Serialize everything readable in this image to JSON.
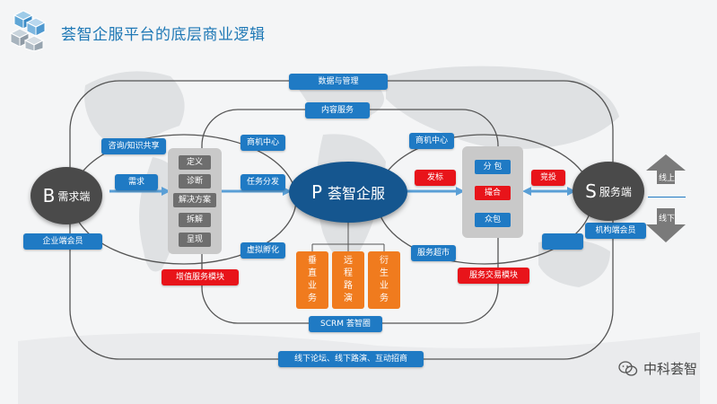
{
  "title": "荟智企服平台的底层商业逻辑",
  "top_labels": {
    "data_mgmt": "数据与管理",
    "content_service": "内容服务"
  },
  "bottom_labels": {
    "scrm": "SCRM 荟智圈",
    "offline": "线下论坛、线下路演、互动招商"
  },
  "left": {
    "consult": "咨询/知识共享",
    "need": "需求",
    "enterprise_member": "企业端会员",
    "value_added": "增值服务模块",
    "process": [
      "定义",
      "诊断",
      "解决方案",
      "拆解",
      "呈现"
    ]
  },
  "center": {
    "letter": "P",
    "name": "荟智企服",
    "biz_center_left": "商机中心",
    "task_dispatch": "任务分发",
    "incubation": "虚拟孵化",
    "biz_center_right": "商机中心",
    "service_market": "服务超市",
    "trade_module": "服务交易模块",
    "business_lines": [
      [
        "垂",
        "直",
        "业",
        "务"
      ],
      [
        "远",
        "程",
        "路",
        "演"
      ],
      [
        "衍",
        "生",
        "业",
        "务"
      ]
    ]
  },
  "right": {
    "publish": "发标",
    "bid": "竞投",
    "match_items": [
      "分 包",
      "撮合",
      "众包"
    ],
    "institution_member": "机构端会员",
    "online": "线上",
    "offline": "线下"
  },
  "nodes": {
    "b_letter": "B",
    "b_name": "需求端",
    "s_letter": "S",
    "s_name": "服务端"
  },
  "brand": "中科荟智",
  "colors": {
    "blue": "#1f7ac4",
    "dark_blue": "#15568f",
    "red": "#e8141a",
    "orange": "#f07b1e",
    "dark_grey": "#4a4a4a"
  }
}
